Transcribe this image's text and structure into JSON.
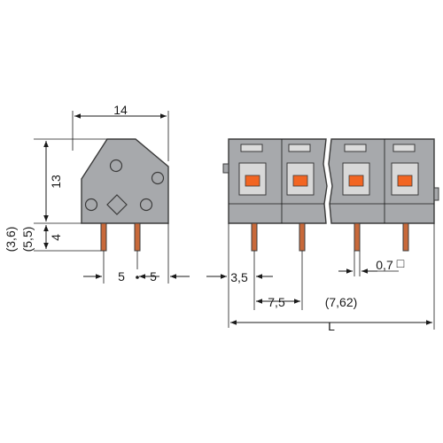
{
  "dimensions": {
    "width_side": "14",
    "height_side": "13",
    "pin_length": "4",
    "pin_length_alt_1": "(3,6)",
    "pin_length_alt_2": "(5,5)",
    "pitch_left": "5",
    "pitch_right": "5",
    "pin_offset": "3,5",
    "pitch_front": "7,5",
    "pitch_front_alt": "(7,62)",
    "pin_size": "0,7",
    "pin_size_unit": "□",
    "total_length": "L"
  },
  "colors": {
    "housing": "#a7a9ac",
    "actuator": "#f26522",
    "pin": "#c8693a"
  }
}
